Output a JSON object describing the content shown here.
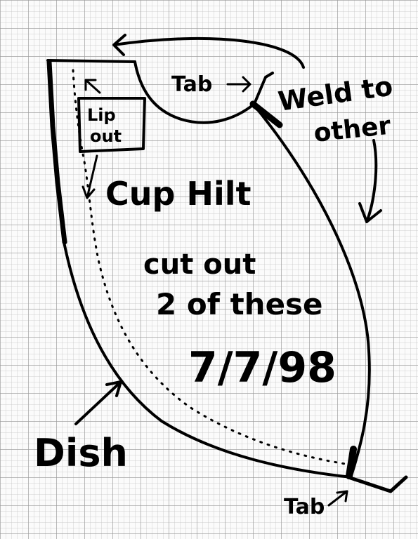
{
  "labels": {
    "tab_top": "Tab",
    "weld_line1": "Weld to",
    "weld_line2": "other",
    "lip_line1": "Lip",
    "lip_line2": "out",
    "cup_hilt": "Cup Hilt",
    "cut_line1": "cut out",
    "cut_line2": "2 of these",
    "date": "7/7/98",
    "dish": "Dish",
    "tab_bottom": "Tab"
  },
  "colors": {
    "ink": "#000000",
    "paper": "#fbfbfb",
    "grid": "#969696"
  }
}
